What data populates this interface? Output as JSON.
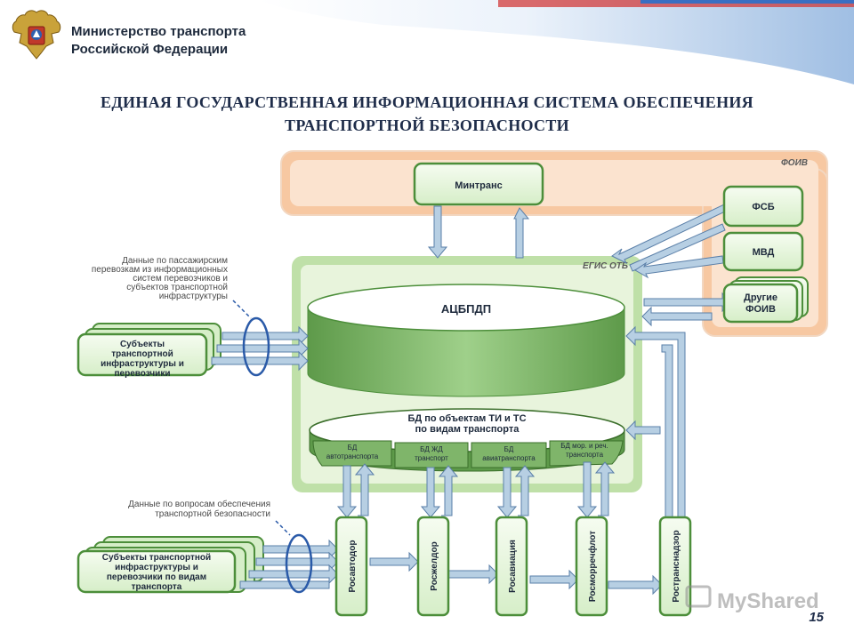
{
  "header": {
    "org_line1": "Министерство транспорта",
    "org_line2": "Российской Федерации"
  },
  "title": {
    "line1": "ЕДИНАЯ ГОСУДАРСТВЕННАЯ ИНФОРМАЦИОННАЯ СИСТЕМА ОБЕСПЕЧЕНИЯ",
    "line2": "ТРАНСПОРТНОЙ БЕЗОПАСНОСТИ"
  },
  "diagram": {
    "foiv_label": "ФОИВ",
    "egis_label": "ЕГИС ОТБ",
    "mintrans": "Минтранс",
    "fsb": "ФСБ",
    "mvd": "МВД",
    "other_foiv_line1": "Другие",
    "other_foiv_line2": "ФОИВ",
    "acbpdp": "АЦБПДП",
    "db_title_line1": "БД по объектам ТИ и ТС",
    "db_title_line2": "по видам транспорта",
    "db_segments": [
      {
        "line1": "БД",
        "line2": "автотранспорта"
      },
      {
        "line1": "БД ЖД",
        "line2": "транспорт"
      },
      {
        "line1": "БД",
        "line2": "авиатранспорта"
      },
      {
        "line1": "БД мор. и реч.",
        "line2": "транспорта"
      }
    ],
    "note_top": [
      "Данные по пассажирским",
      "перевозкам из информационных",
      "систем перевозчиков и",
      "субъектов транспортной",
      "инфраструктуры"
    ],
    "subjects_top": [
      "Субъекты",
      "транспортной",
      "инфраструктуры и",
      "перевозчики"
    ],
    "note_bottom": [
      "Данные по вопросам обеспечения",
      "транспортной безопасности"
    ],
    "subjects_bottom": [
      "Субъекты транспортной",
      "инфраструктуры и",
      "перевозчики по видам",
      "транспорта"
    ],
    "agencies": [
      "Росавтодор",
      "Росжелдор",
      "Росавиация",
      "Росморречфлот",
      "Ространснадзор"
    ]
  },
  "watermark": "MyShared",
  "page_number": "15",
  "colors": {
    "foiv_bg": "#f7c8a2",
    "egis_bg": "#bfe0a8",
    "box_fill": "#ecf7e4",
    "box_border": "#4c8e3a",
    "arrow": "#b7cfe3",
    "arrow_border": "#5a7fa8",
    "cylinder": "#7fb56a",
    "ellipse": "#2a5aa8"
  }
}
